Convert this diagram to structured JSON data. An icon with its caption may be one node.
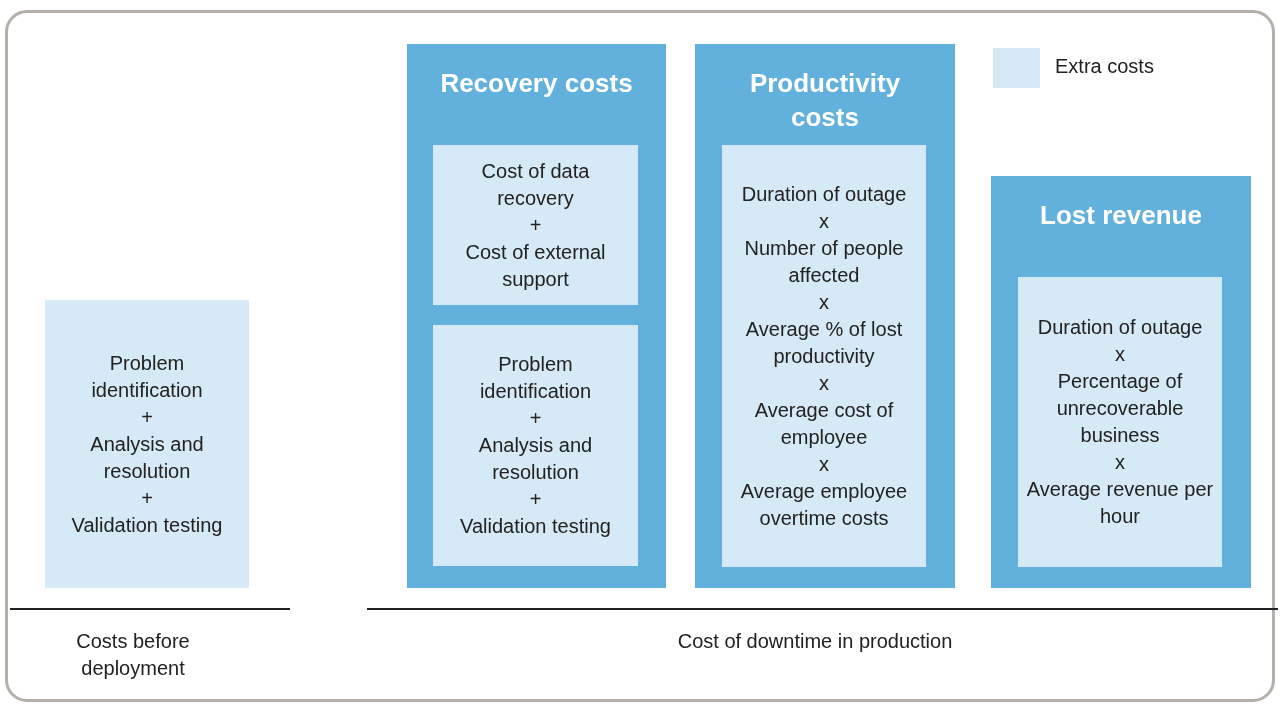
{
  "diagram": {
    "nodes": [
      {
        "text": [
          "Problem identification",
          "+",
          "Analysis and resolution",
          "+",
          "Validation testing"
        ]
      },
      {
        "text": [
          "Recovery costs"
        ]
      },
      {
        "text": [
          "Cost of data recovery",
          "+",
          "Cost of external support"
        ],
        "in": 1
      },
      {
        "text": [
          "Problem identification",
          "+",
          "Analysis and resolution",
          "+",
          "Validation testing"
        ],
        "in": 1
      },
      {
        "text": [
          "Productivity costs"
        ]
      },
      {
        "text": [
          "Duration of outage",
          "x",
          "Number of people affected",
          "x",
          "Average % of lost productivity",
          "x",
          "Average cost of employee",
          "x",
          "Average employee overtime costs"
        ],
        "in": 4
      },
      {
        "text": [
          "Lost revenue"
        ]
      },
      {
        "text": [
          "Duration of outage",
          "x",
          "Percentage of unrecoverable business",
          "x",
          "Average revenue per hour"
        ],
        "in": 6
      }
    ],
    "edges": [],
    "labels": [
      "Costs before deployment",
      "Cost of downtime in production"
    ],
    "legend": [
      {
        "text": "Extra costs",
        "color": "#d5e9f6"
      }
    ]
  }
}
